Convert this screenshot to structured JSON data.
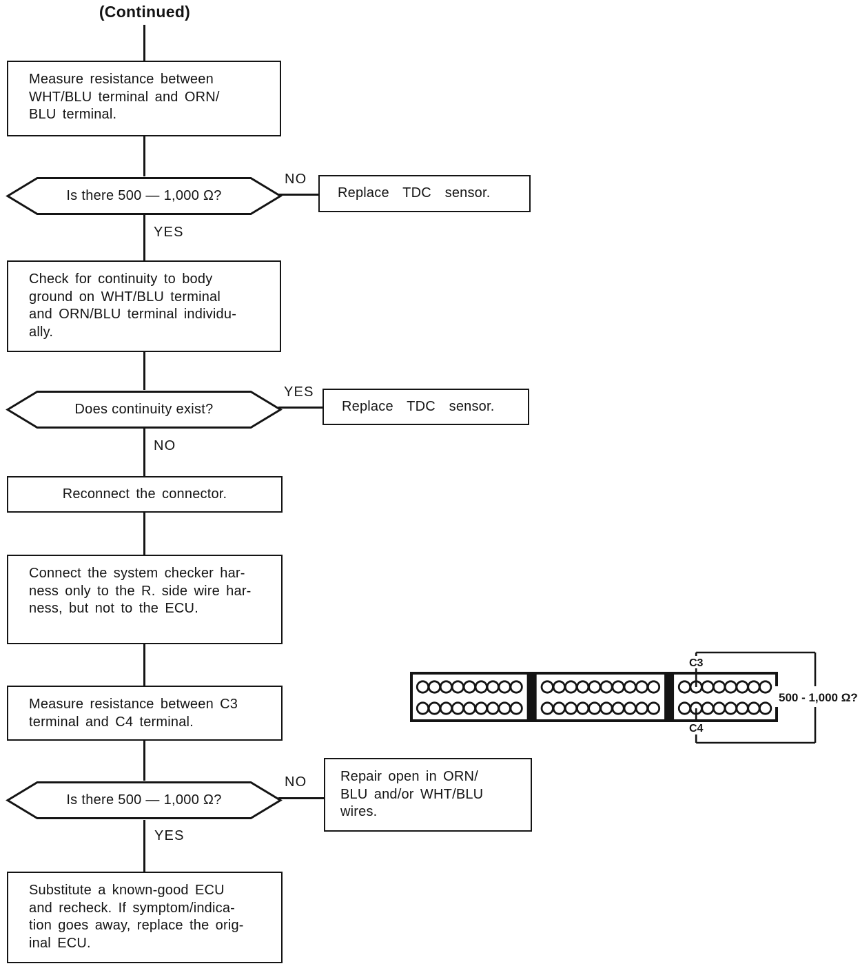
{
  "title": "(Continued)",
  "colors": {
    "ink": "#141414",
    "background": "#ffffff"
  },
  "nodes": {
    "measure_wht_blu": {
      "text": "Measure resistance between\nWHT/BLU terminal and ORN/\nBLU terminal."
    },
    "is_there_500_1000_1": {
      "text": "Is there 500 — 1,000 Ω?"
    },
    "replace_tdc_1": {
      "text": "Replace TDC sensor."
    },
    "check_continuity": {
      "text": "Check for continuity to body\nground on WHT/BLU terminal\nand ORN/BLU terminal individu-\nally."
    },
    "does_continuity_exist": {
      "text": "Does continuity exist?"
    },
    "replace_tdc_2": {
      "text": "Replace TDC sensor."
    },
    "reconnect_connector": {
      "text": "Reconnect the connector."
    },
    "connect_checker_harness": {
      "text": "Connect the system checker har-\nness only to the R. side wire har-\nness, but not to the ECU."
    },
    "measure_c3_c4": {
      "text": "Measure resistance between C3\nterminal and C4 terminal."
    },
    "is_there_500_1000_2": {
      "text": "Is there 500 — 1,000 Ω?"
    },
    "repair_open_wires": {
      "text": "Repair open in ORN/\nBLU and/or WHT/BLU\nwires."
    },
    "substitute_ecu": {
      "text": "Substitute a known-good ECU\nand recheck. If symptom/indica-\ntion goes away, replace the orig-\ninal ECU."
    }
  },
  "edges": {
    "d1_no": "NO",
    "d1_yes": "YES",
    "d2_yes": "YES",
    "d2_no": "NO",
    "d3_no": "NO",
    "d3_yes": "YES"
  },
  "connector_diagram": {
    "sections_pins_per_row": [
      9,
      10,
      8
    ],
    "rows_per_section": 2,
    "pin_labels": {
      "c3": "C3",
      "c4": "C4"
    },
    "c3_pin": {
      "section": 2,
      "row": 0,
      "index": 1
    },
    "c4_pin": {
      "section": 2,
      "row": 1,
      "index": 1
    },
    "measurement_label": "500 - 1,000 Ω?"
  }
}
